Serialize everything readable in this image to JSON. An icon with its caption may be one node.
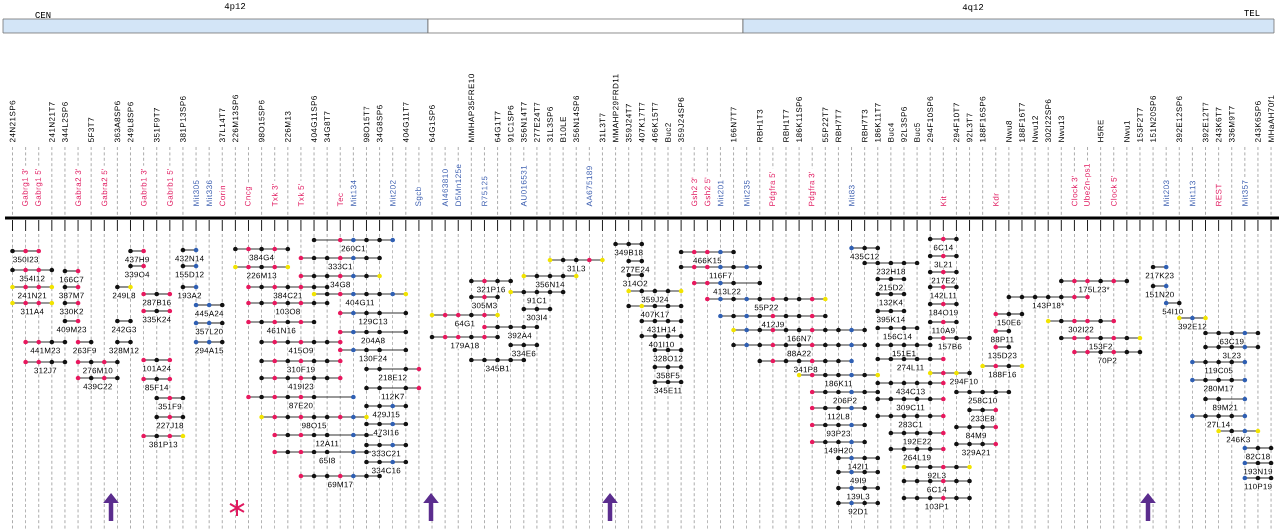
{
  "diagram": {
    "labels": [
      "CEN",
      "4p12",
      "4q12",
      "TEL",
      "24N21SP6",
      "Gabrg1 3'",
      "Gabrg1 5'",
      "241N21T7",
      "344L2SP6",
      "Gabra2 3'",
      "5F3T7",
      "Gabra2 5'",
      "363A8SP6",
      "249L8SP6",
      "Gabrb1 3'",
      "351F9T7",
      "Gabrb1 5'",
      "381P13SP6",
      "Mit305",
      "Mit336",
      "37L14T7",
      "Corin",
      "226M13SP6",
      "Cncg",
      "98O15SP6",
      "Txk 3'",
      "226M13",
      "Txk 5'",
      "404G11SP6",
      "34G8T7",
      "Tec",
      "Mit134",
      "98O15T7",
      "34G8SP6",
      "Mit202",
      "404G11T7",
      "Sgcb",
      "64G1SP6",
      "AI463810",
      "D5Mn125e",
      "MMHAP35FRE10",
      "R75125",
      "64G1T7",
      "91C1SP6",
      "356N14T7",
      "AU016531",
      "277E24T7",
      "31L3SP6",
      "B10LE",
      "356N14SP6",
      "AA675189",
      "31L3T7",
      "MMAHP29FRD11",
      "359J24T7",
      "407K17T7",
      "466K15T7",
      "Buc2",
      "359J24SP6",
      "Gsh2 3'",
      "Gsh2 5'",
      "Mit201",
      "166N7T7",
      "Mit235",
      "RBH1T3",
      "Pdgfra 5'",
      "RBH1T7",
      "186K11SP6",
      "Pdgfra 3'",
      "55P22T7",
      "RBH7T7",
      "Mit83",
      "RBH7T3",
      "186K11T7",
      "Buc4",
      "92L3SP6",
      "Buc5",
      "294F10SP6",
      "Kit",
      "294F10T7",
      "92L3T7",
      "188F16SP6",
      "Kdr",
      "Nwu8",
      "188F16T7",
      "Nwu12",
      "302I22SP6",
      "Nwu13",
      "Clock 3'",
      "Ube2n-ps1",
      "H5RE",
      "Clock 5'",
      "Nwu1",
      "153F2T7",
      "151N20SP6",
      "Mit203",
      "392E12SP6",
      "Mit113",
      "392E12T7",
      "243K6T7",
      "REST",
      "336M9T7",
      "Mit357",
      "243K6SP6",
      "MHaAH70f1",
      "350I23",
      "354I12",
      "241N21",
      "311A4",
      "166C7",
      "387M7",
      "330K2",
      "409M23",
      "441M23",
      "312J7",
      "263F9",
      "276M10",
      "439C22",
      "437H9",
      "339O4",
      "249L8",
      "242G3",
      "328M12",
      "287B16",
      "335K24",
      "101A24",
      "85F14",
      "351F9",
      "227J18",
      "381P13",
      "432N14",
      "155D12",
      "193A2",
      "445A24",
      "357L20",
      "294A15",
      "384G4",
      "226M13",
      "384C21",
      "103O8",
      "461N16",
      "415O9",
      "310F19",
      "419I23",
      "87E20",
      "98O15",
      "12A11",
      "65I8",
      "69M17",
      "260C1",
      "333C1",
      "34G8",
      "404G11",
      "129C13",
      "204A8",
      "130F24",
      "218E12",
      "112K7",
      "429J15",
      "473I16",
      "333C21",
      "334C16",
      "31L3",
      "356N14",
      "321P16",
      "305M3",
      "64G1",
      "179A18",
      "392A4",
      "91C1",
      "303I4",
      "334E6",
      "345B1",
      "349B18",
      "277E24",
      "314O2",
      "359J24",
      "407K17",
      "431H14",
      "401I10",
      "328O12",
      "358F5",
      "345E11",
      "466K15",
      "116F7",
      "413L22",
      "55P22",
      "412J9",
      "166N7",
      "88A22",
      "341P8",
      "186K11",
      "206P2",
      "112L8",
      "93P23",
      "149H20",
      "142I1",
      "49I9",
      "139L3",
      "92D1",
      "435C12",
      "232H18",
      "215D2",
      "132K4",
      "395K14",
      "156C14",
      "151E1",
      "274L11",
      "434C13",
      "309C11",
      "283C1",
      "192E22",
      "264L19",
      "92L3",
      "6C14",
      "103P1",
      "6C14",
      "3L21",
      "217E2",
      "142L11",
      "184O19",
      "110A9",
      "157B6",
      "294F10",
      "258C10",
      "233E8",
      "84M9",
      "329A21",
      "150E6",
      "88P11",
      "135D23",
      "188F16",
      "143P18*",
      "175L23*",
      "302I22",
      "153F2",
      "70P2",
      "217K23",
      "151N20",
      "54I10",
      "392E12",
      "63C19",
      "3L23",
      "119C05",
      "280M17",
      "89M21",
      "27L14",
      "246K3",
      "82C18",
      "193N19",
      "110P19"
    ]
  }
}
